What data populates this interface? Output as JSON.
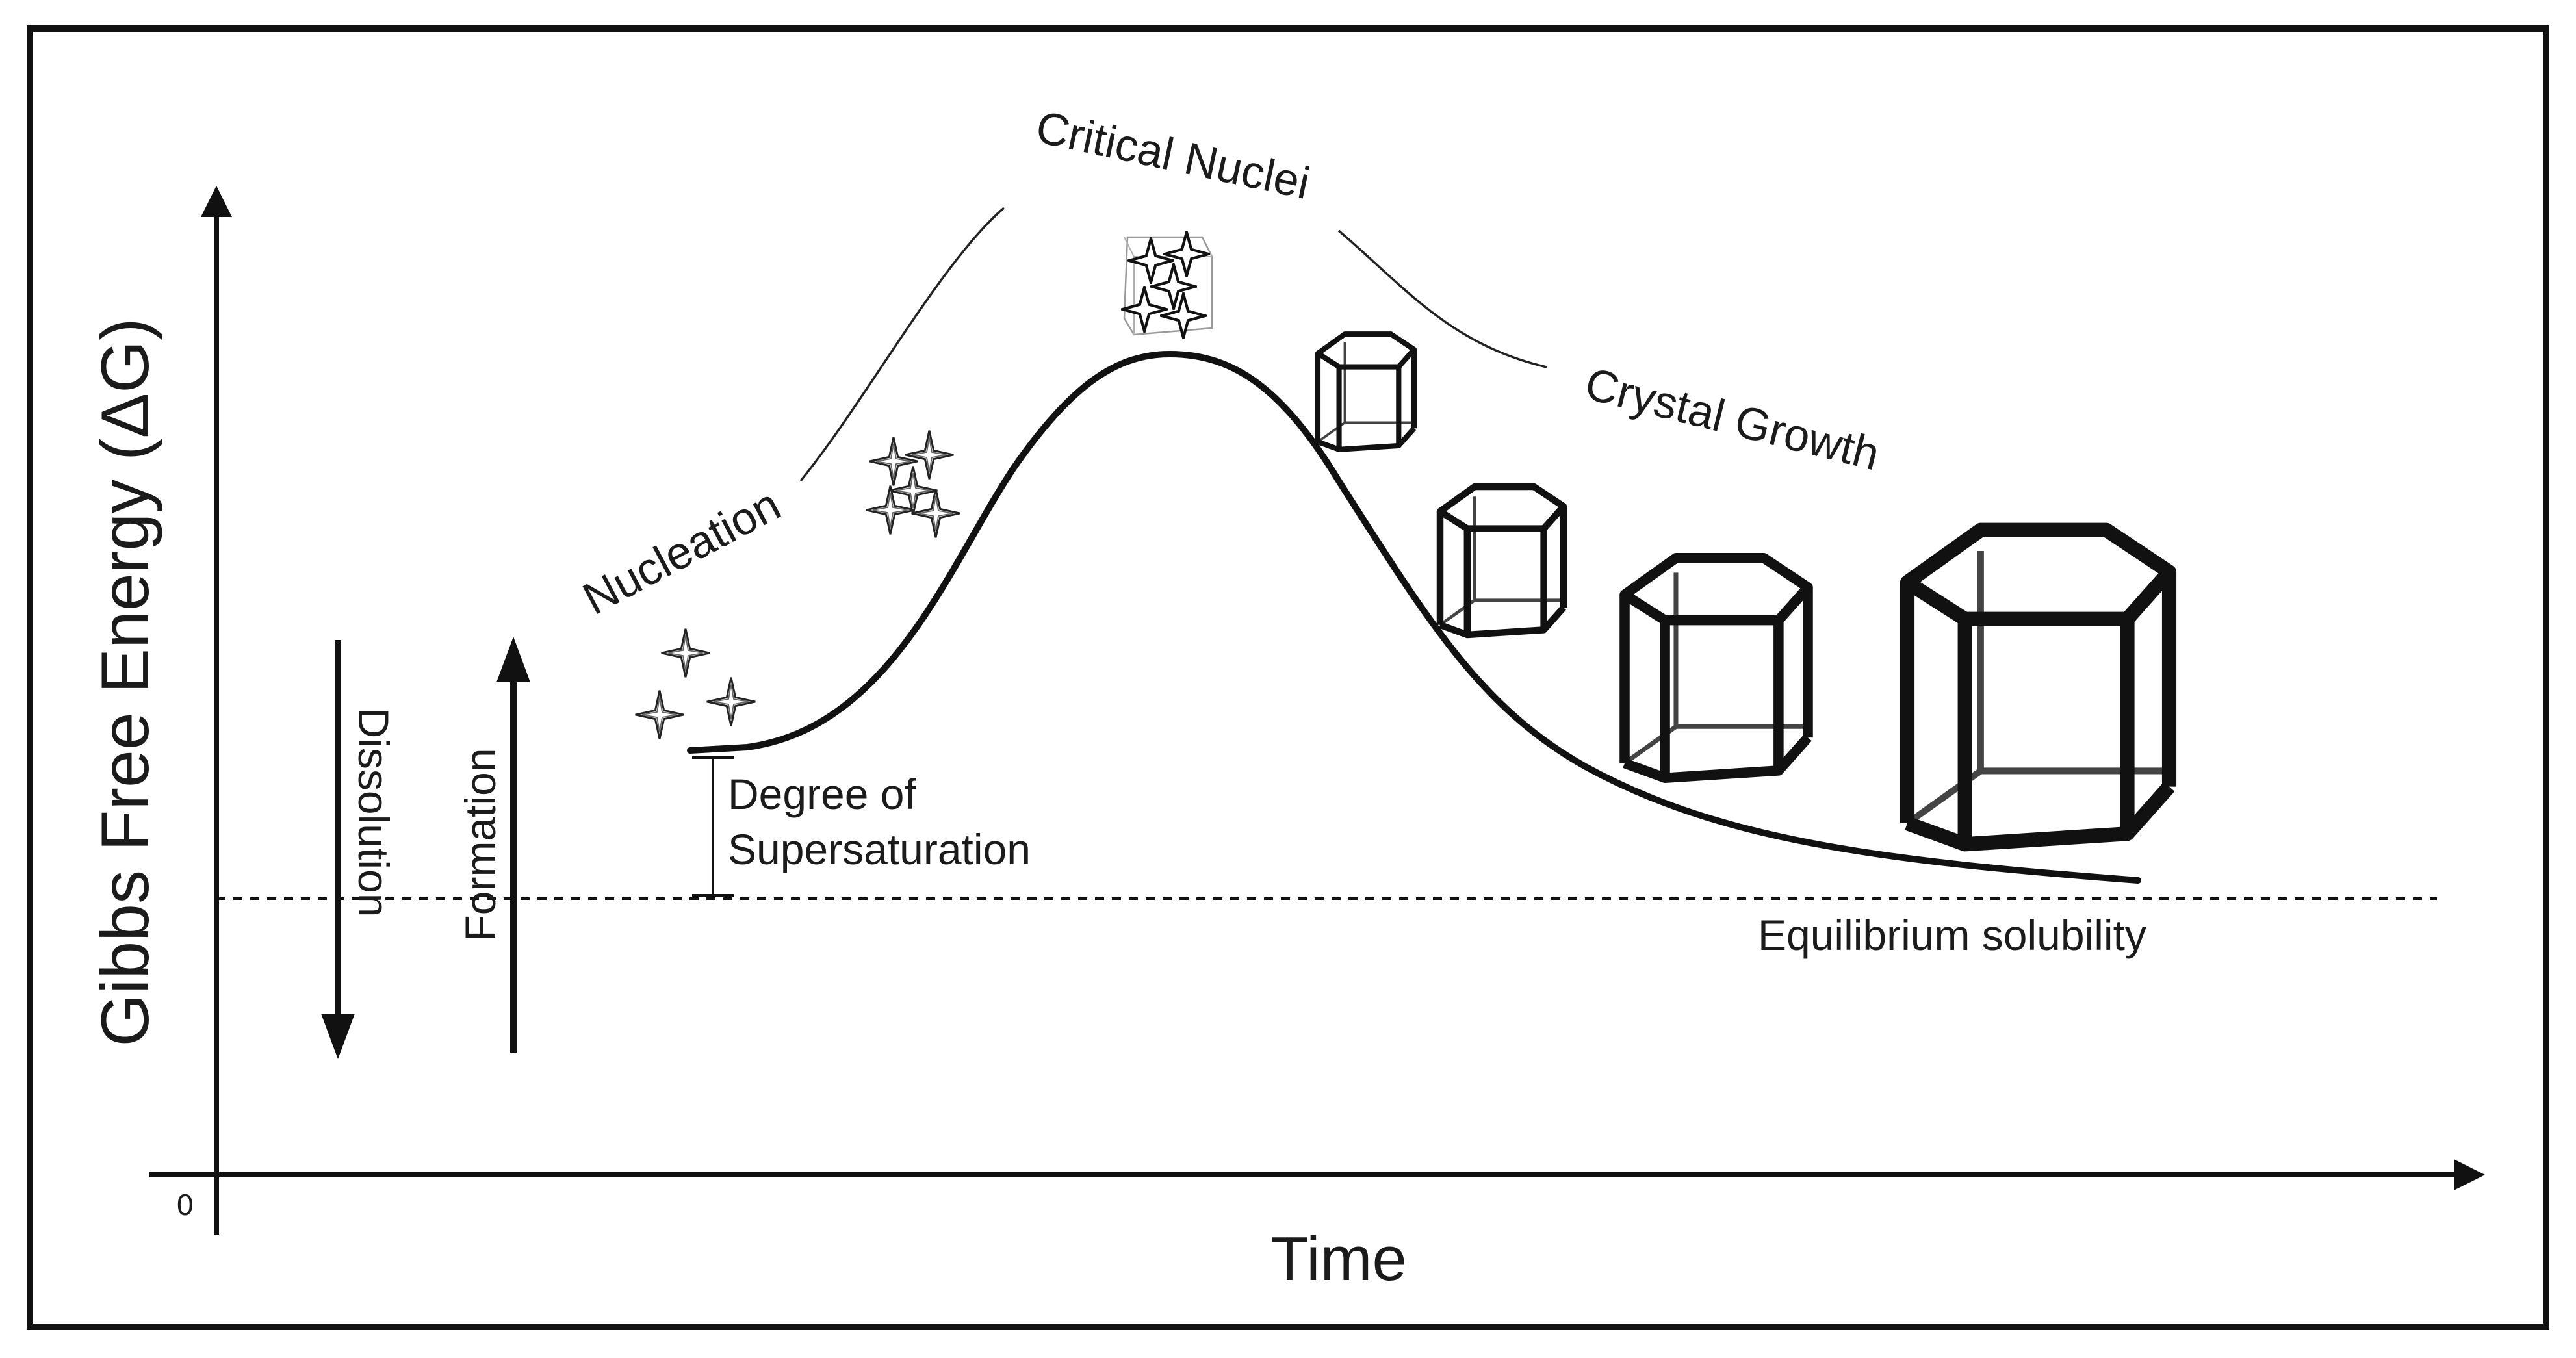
{
  "diagram": {
    "y_axis_label": "Gibbs Free Energy (ΔG)",
    "x_axis_label": "Time",
    "origin_label": "0",
    "dissolution_label": "Dissolution",
    "formation_label": "Formation",
    "supersaturation_label_line1": "Degree of",
    "supersaturation_label_line2": "Supersaturation",
    "equilibrium_label": "Equilibrium solubility",
    "nucleation_label": "Nucleation",
    "critical_nuclei_label": "Critical Nuclei",
    "crystal_growth_label": "Crystal Growth"
  },
  "colors": {
    "ink": "#111111",
    "background": "#ffffff",
    "star_fill": "#ffffff",
    "nuclei_box": "#9a9a9a"
  },
  "icons": [
    "star-nucleus-icon",
    "hexagonal-prism-crystal-icon",
    "arrow-up-icon",
    "arrow-down-icon"
  ]
}
